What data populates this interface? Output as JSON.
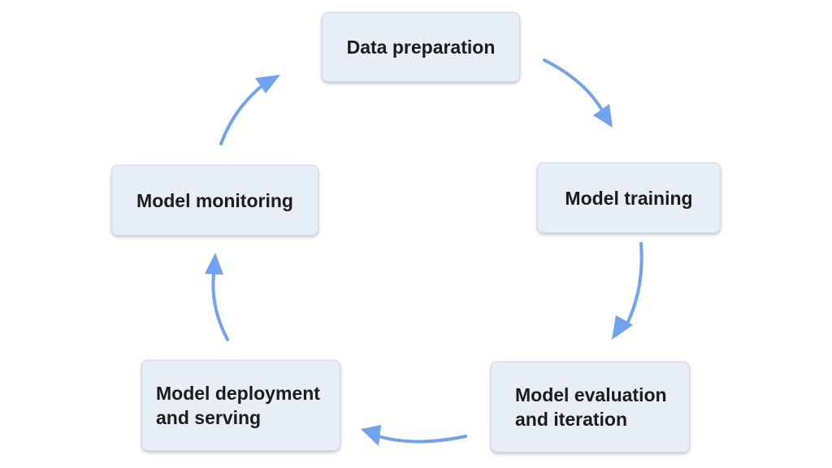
{
  "diagram": {
    "accent_color": "#6fa3f0",
    "box_fill": "#e8eef8",
    "box_border": "#d2d9e3",
    "nodes": {
      "data_preparation": [
        "Data preparation"
      ],
      "model_training": [
        "Model training"
      ],
      "model_evaluation": [
        "Model evaluation",
        "and iteration"
      ],
      "model_deployment": [
        "Model deployment",
        "and serving"
      ],
      "model_monitoring": [
        "Model monitoring"
      ]
    },
    "flow": [
      "data_preparation",
      "model_training",
      "model_evaluation",
      "model_deployment",
      "model_monitoring",
      "data_preparation"
    ]
  }
}
